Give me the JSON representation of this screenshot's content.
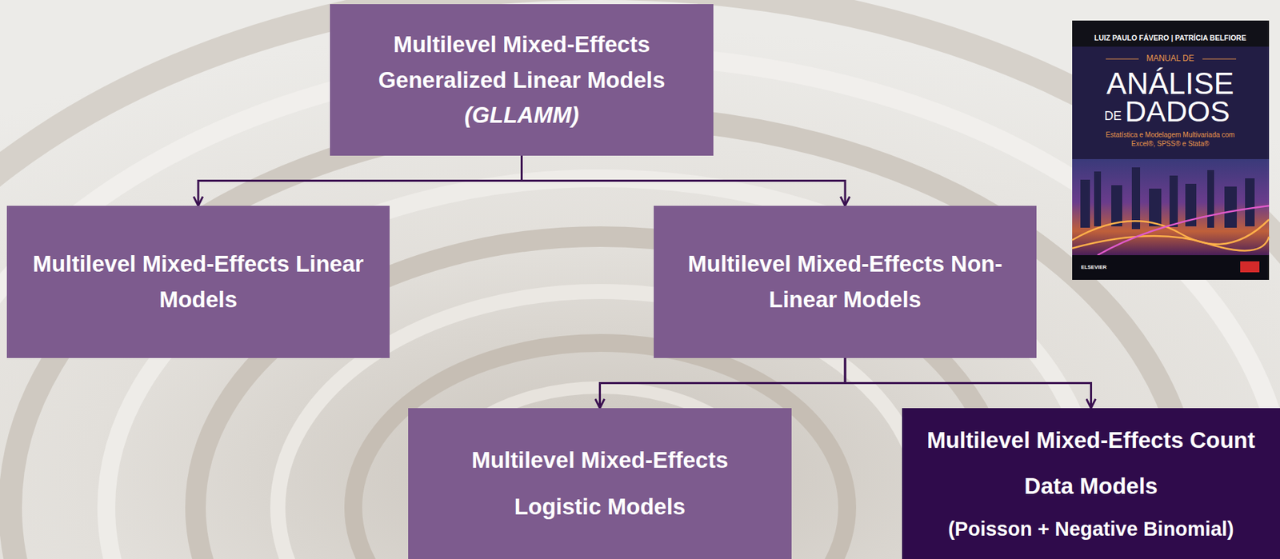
{
  "diagram": {
    "nodes": [
      {
        "text": [
          "Multilevel Mixed-Effects Generalized Linear Models",
          "(GLLAMM)"
        ]
      },
      {
        "text": [
          "Multilevel Mixed-Effects Linear Models"
        ]
      },
      {
        "text": [
          "Multilevel Mixed-Effects Non-Linear Models"
        ]
      },
      {
        "text": [
          "Multilevel Mixed-Effects Logistic Models"
        ]
      },
      {
        "text": [
          "Multilevel Mixed-Effects Count Data Models",
          "(Poisson + Negative Binomial)"
        ]
      }
    ],
    "edges": [
      {
        "from": 0,
        "to": 1,
        "arrow": "to"
      },
      {
        "from": 0,
        "to": 2,
        "arrow": "to"
      },
      {
        "from": 2,
        "to": 3,
        "arrow": "to"
      },
      {
        "from": 2,
        "to": 4,
        "arrow": "to"
      }
    ],
    "labels": [
      "LUIZ PAULO FÁVERO | PATRÍCIA BELFIORE",
      "MANUAL DE",
      "ANÁLISE",
      "DE",
      "DADOS",
      "Estatística e Modelagem Multivariada com Excel®, SPSS® e Stata®",
      "ELSEVIER"
    ]
  }
}
